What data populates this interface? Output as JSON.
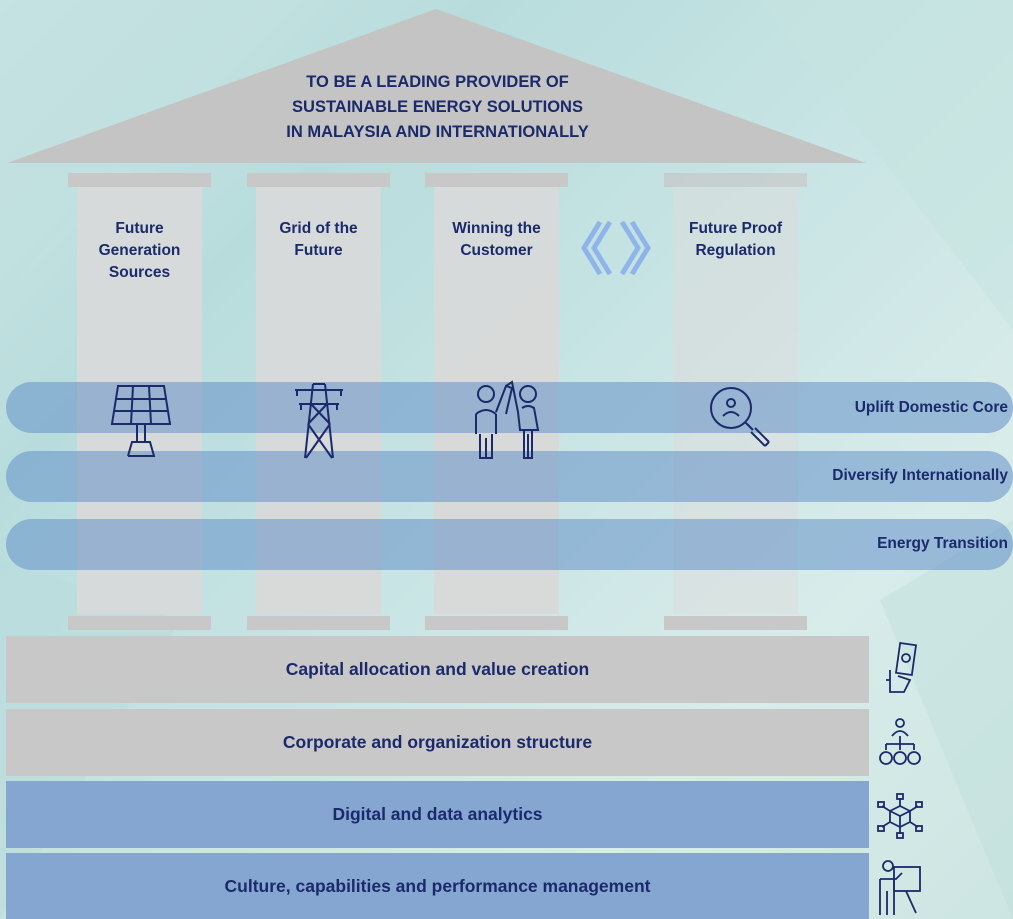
{
  "roof": {
    "line1": "TO BE A LEADING PROVIDER OF",
    "line2": "SUSTAINABLE ENERGY SOLUTIONS",
    "line3": "IN MALAYSIA AND INTERNATIONALLY"
  },
  "pillars": [
    {
      "label_lines": [
        "Future",
        "Generation",
        "Sources"
      ],
      "icon": "solar-panel-icon"
    },
    {
      "label_lines": [
        "Grid of the",
        "Future"
      ],
      "icon": "transmission-tower-icon"
    },
    {
      "label_lines": [
        "Winning the",
        "Customer"
      ],
      "icon": "high-five-people-icon"
    },
    {
      "label_lines": [
        "Future Proof",
        "Regulation"
      ],
      "icon": "magnifier-person-icon"
    }
  ],
  "bands": [
    {
      "label": "Uplift Domestic Core"
    },
    {
      "label": "Diversify Internationally"
    },
    {
      "label": "Energy Transition"
    }
  ],
  "foundations": [
    {
      "label": "Capital allocation and value creation",
      "icon": "hand-money-icon"
    },
    {
      "label": "Corporate and organization structure",
      "icon": "org-chart-icon"
    },
    {
      "label": "Digital and data analytics",
      "icon": "network-cube-icon"
    },
    {
      "label": "Culture, capabilities and performance management",
      "icon": "presenter-icon"
    }
  ],
  "colors": {
    "text": "#1b2a6b",
    "pillar": "#d9d9d9",
    "band": "#6491c8",
    "foundation_grey": "#c8c8c8",
    "foundation_blue": "#86a6d2",
    "roof": "#c4c4c4",
    "chevron": "#8fb4ea"
  }
}
